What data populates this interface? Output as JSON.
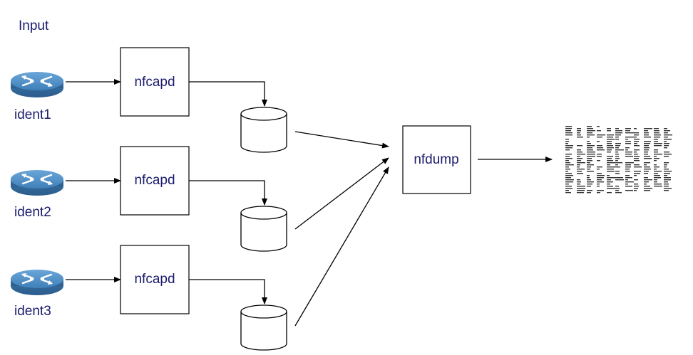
{
  "title": "Input",
  "colors": {
    "label": "#1a1a6e",
    "router_top": "#4f8fc6",
    "router_side": "#3a73a8",
    "router_arrows": "#ffffff"
  },
  "routers": [
    {
      "name": "ident1",
      "icon": "router-icon"
    },
    {
      "name": "ident2",
      "icon": "router-icon"
    },
    {
      "name": "ident3",
      "icon": "router-icon"
    }
  ],
  "collectors": [
    {
      "label": "nfcapd"
    },
    {
      "label": "nfcapd"
    },
    {
      "label": "nfcapd"
    }
  ],
  "storage": [
    {
      "icon": "database-icon"
    },
    {
      "icon": "database-icon"
    },
    {
      "icon": "database-icon"
    }
  ],
  "processor": {
    "label": "nfdump"
  },
  "output": {
    "icon": "text-output-icon"
  }
}
